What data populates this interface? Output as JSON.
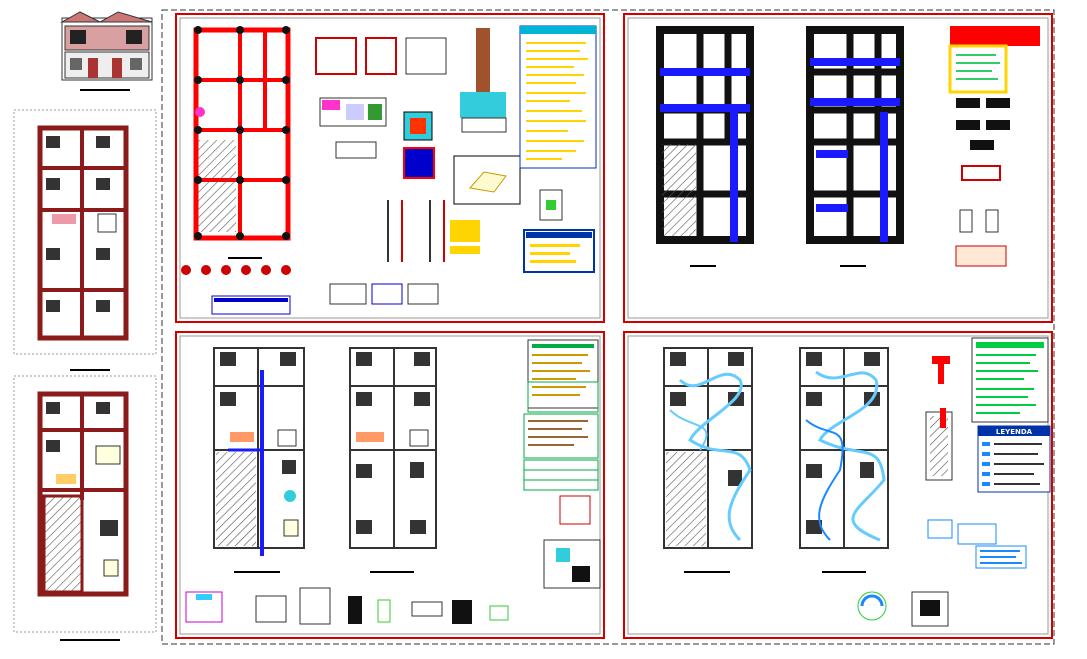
{
  "drawing": {
    "background": "#ffffff",
    "colors": {
      "wall_red": "#8b1a1a",
      "bright_red": "#ff0000",
      "dark_fill": "#111111",
      "blue": "#1a1aff",
      "cyan": "#66ccff",
      "yellow": "#ffd400",
      "green": "#00cc44",
      "sheet_border_red": "#d40000",
      "hatch_grey": "#555555"
    },
    "sheets": [
      {
        "id": "structural-foundation",
        "label": ""
      },
      {
        "id": "structural-framing",
        "label": ""
      },
      {
        "id": "sanitary-installations",
        "label": ""
      },
      {
        "id": "electrical-installations",
        "label": ""
      }
    ],
    "legend_title": "LEYENDA"
  }
}
